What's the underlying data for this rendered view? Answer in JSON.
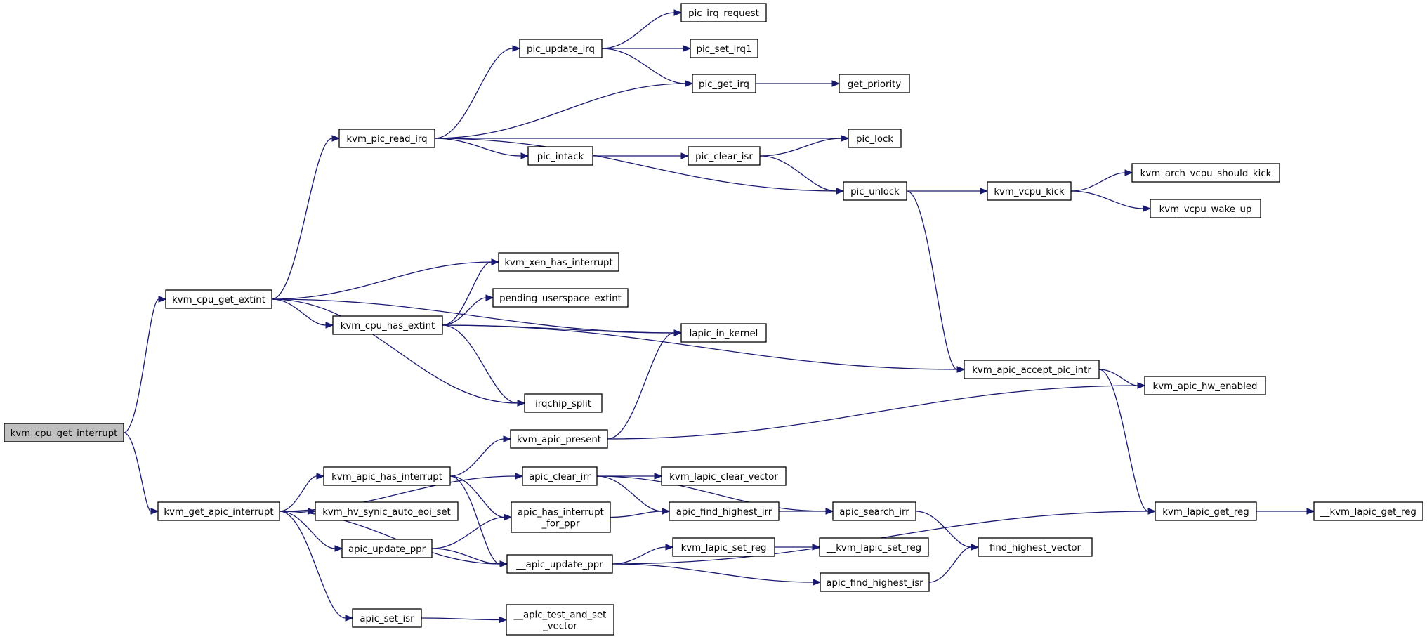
{
  "colors": {
    "edge": "#191970",
    "root_fill": "#bfbfbf",
    "node_fill": "#ffffff",
    "node_border": "#000000"
  },
  "nodes": {
    "root": {
      "lines": [
        "kvm_cpu_get_interrupt"
      ]
    },
    "cpu_get_extint": {
      "lines": [
        "kvm_cpu_get_extint"
      ]
    },
    "get_apic_interrupt": {
      "lines": [
        "kvm_get_apic_interrupt"
      ]
    },
    "pic_read_irq": {
      "lines": [
        "kvm_pic_read_irq"
      ]
    },
    "pic_update_irq": {
      "lines": [
        "pic_update_irq"
      ]
    },
    "pic_irq_request": {
      "lines": [
        "pic_irq_request"
      ]
    },
    "pic_set_irq1": {
      "lines": [
        "pic_set_irq1"
      ]
    },
    "pic_get_irq": {
      "lines": [
        "pic_get_irq"
      ]
    },
    "get_priority": {
      "lines": [
        "get_priority"
      ]
    },
    "pic_lock": {
      "lines": [
        "pic_lock"
      ]
    },
    "pic_intack": {
      "lines": [
        "pic_intack"
      ]
    },
    "pic_clear_isr": {
      "lines": [
        "pic_clear_isr"
      ]
    },
    "pic_unlock": {
      "lines": [
        "pic_unlock"
      ]
    },
    "vcpu_kick": {
      "lines": [
        "kvm_vcpu_kick"
      ]
    },
    "arch_vcpu_should_kick": {
      "lines": [
        "kvm_arch_vcpu_should_kick"
      ]
    },
    "vcpu_wake_up": {
      "lines": [
        "kvm_vcpu_wake_up"
      ]
    },
    "xen_has_interrupt": {
      "lines": [
        "kvm_xen_has_interrupt"
      ]
    },
    "pending_userspace_extint": {
      "lines": [
        "pending_userspace_extint"
      ]
    },
    "cpu_has_extint": {
      "lines": [
        "kvm_cpu_has_extint"
      ]
    },
    "lapic_in_kernel": {
      "lines": [
        "lapic_in_kernel"
      ]
    },
    "apic_accept_pic_intr": {
      "lines": [
        "kvm_apic_accept_pic_intr"
      ]
    },
    "apic_hw_enabled": {
      "lines": [
        "kvm_apic_hw_enabled"
      ]
    },
    "irqchip_split": {
      "lines": [
        "irqchip_split"
      ]
    },
    "apic_present": {
      "lines": [
        "kvm_apic_present"
      ]
    },
    "apic_has_interrupt": {
      "lines": [
        "kvm_apic_has_interrupt"
      ]
    },
    "apic_clear_irr": {
      "lines": [
        "apic_clear_irr"
      ]
    },
    "lapic_clear_vector": {
      "lines": [
        "kvm_lapic_clear_vector"
      ]
    },
    "hv_synic_auto_eoi_set": {
      "lines": [
        "kvm_hv_synic_auto_eoi_set"
      ]
    },
    "apic_has_interrupt_for_ppr": {
      "lines": [
        "apic_has_interrupt",
        "_for_ppr"
      ]
    },
    "apic_find_highest_irr": {
      "lines": [
        "apic_find_highest_irr"
      ]
    },
    "apic_search_irr": {
      "lines": [
        "apic_search_irr"
      ]
    },
    "lapic_get_reg": {
      "lines": [
        "kvm_lapic_get_reg"
      ]
    },
    "__lapic_get_reg": {
      "lines": [
        "__kvm_lapic_get_reg"
      ]
    },
    "apic_update_ppr": {
      "lines": [
        "apic_update_ppr"
      ]
    },
    "__apic_update_ppr": {
      "lines": [
        "__apic_update_ppr"
      ]
    },
    "lapic_set_reg": {
      "lines": [
        "kvm_lapic_set_reg"
      ]
    },
    "__lapic_set_reg": {
      "lines": [
        "__kvm_lapic_set_reg"
      ]
    },
    "find_highest_vector": {
      "lines": [
        "find_highest_vector"
      ]
    },
    "apic_find_highest_isr": {
      "lines": [
        "apic_find_highest_isr"
      ]
    },
    "apic_set_isr": {
      "lines": [
        "apic_set_isr"
      ]
    },
    "__apic_test_and_set_vector": {
      "lines": [
        "__apic_test_and_set",
        "_vector"
      ]
    }
  },
  "edges": [
    [
      "root",
      "cpu_get_extint"
    ],
    [
      "root",
      "get_apic_interrupt"
    ],
    [
      "cpu_get_extint",
      "pic_read_irq"
    ],
    [
      "cpu_get_extint",
      "xen_has_interrupt"
    ],
    [
      "cpu_get_extint",
      "cpu_has_extint"
    ],
    [
      "cpu_get_extint",
      "lapic_in_kernel"
    ],
    [
      "cpu_get_extint",
      "irqchip_split"
    ],
    [
      "pic_read_irq",
      "pic_update_irq"
    ],
    [
      "pic_read_irq",
      "pic_get_irq"
    ],
    [
      "pic_read_irq",
      "pic_lock"
    ],
    [
      "pic_read_irq",
      "pic_intack"
    ],
    [
      "pic_read_irq",
      "pic_unlock"
    ],
    [
      "pic_update_irq",
      "pic_irq_request"
    ],
    [
      "pic_update_irq",
      "pic_set_irq1"
    ],
    [
      "pic_update_irq",
      "pic_get_irq"
    ],
    [
      "pic_get_irq",
      "get_priority"
    ],
    [
      "pic_intack",
      "pic_clear_isr"
    ],
    [
      "pic_clear_isr",
      "pic_lock"
    ],
    [
      "pic_clear_isr",
      "pic_unlock"
    ],
    [
      "pic_unlock",
      "vcpu_kick"
    ],
    [
      "pic_unlock",
      "apic_accept_pic_intr"
    ],
    [
      "vcpu_kick",
      "arch_vcpu_should_kick"
    ],
    [
      "vcpu_kick",
      "vcpu_wake_up"
    ],
    [
      "cpu_has_extint",
      "xen_has_interrupt"
    ],
    [
      "cpu_has_extint",
      "pending_userspace_extint"
    ],
    [
      "cpu_has_extint",
      "lapic_in_kernel"
    ],
    [
      "cpu_has_extint",
      "apic_accept_pic_intr"
    ],
    [
      "cpu_has_extint",
      "irqchip_split"
    ],
    [
      "apic_accept_pic_intr",
      "apic_hw_enabled"
    ],
    [
      "apic_accept_pic_intr",
      "lapic_get_reg"
    ],
    [
      "get_apic_interrupt",
      "apic_has_interrupt"
    ],
    [
      "get_apic_interrupt",
      "apic_clear_irr"
    ],
    [
      "get_apic_interrupt",
      "hv_synic_auto_eoi_set"
    ],
    [
      "get_apic_interrupt",
      "apic_update_ppr"
    ],
    [
      "get_apic_interrupt",
      "__apic_update_ppr"
    ],
    [
      "get_apic_interrupt",
      "apic_set_isr"
    ],
    [
      "apic_has_interrupt",
      "apic_present"
    ],
    [
      "apic_has_interrupt",
      "apic_has_interrupt_for_ppr"
    ],
    [
      "apic_has_interrupt",
      "__apic_update_ppr"
    ],
    [
      "apic_present",
      "lapic_in_kernel"
    ],
    [
      "apic_present",
      "apic_hw_enabled"
    ],
    [
      "apic_clear_irr",
      "lapic_clear_vector"
    ],
    [
      "apic_clear_irr",
      "apic_find_highest_irr"
    ],
    [
      "apic_clear_irr",
      "apic_search_irr"
    ],
    [
      "apic_has_interrupt_for_ppr",
      "apic_find_highest_irr"
    ],
    [
      "apic_find_highest_irr",
      "apic_search_irr"
    ],
    [
      "apic_search_irr",
      "find_highest_vector"
    ],
    [
      "lapic_get_reg",
      "__lapic_get_reg"
    ],
    [
      "apic_update_ppr",
      "apic_has_interrupt_for_ppr"
    ],
    [
      "apic_update_ppr",
      "__apic_update_ppr"
    ],
    [
      "__apic_update_ppr",
      "lapic_set_reg"
    ],
    [
      "__apic_update_ppr",
      "apic_find_highest_isr"
    ],
    [
      "__apic_update_ppr",
      "lapic_get_reg"
    ],
    [
      "lapic_set_reg",
      "__lapic_set_reg"
    ],
    [
      "apic_find_highest_isr",
      "find_highest_vector"
    ],
    [
      "apic_set_isr",
      "__apic_test_and_set_vector"
    ]
  ]
}
